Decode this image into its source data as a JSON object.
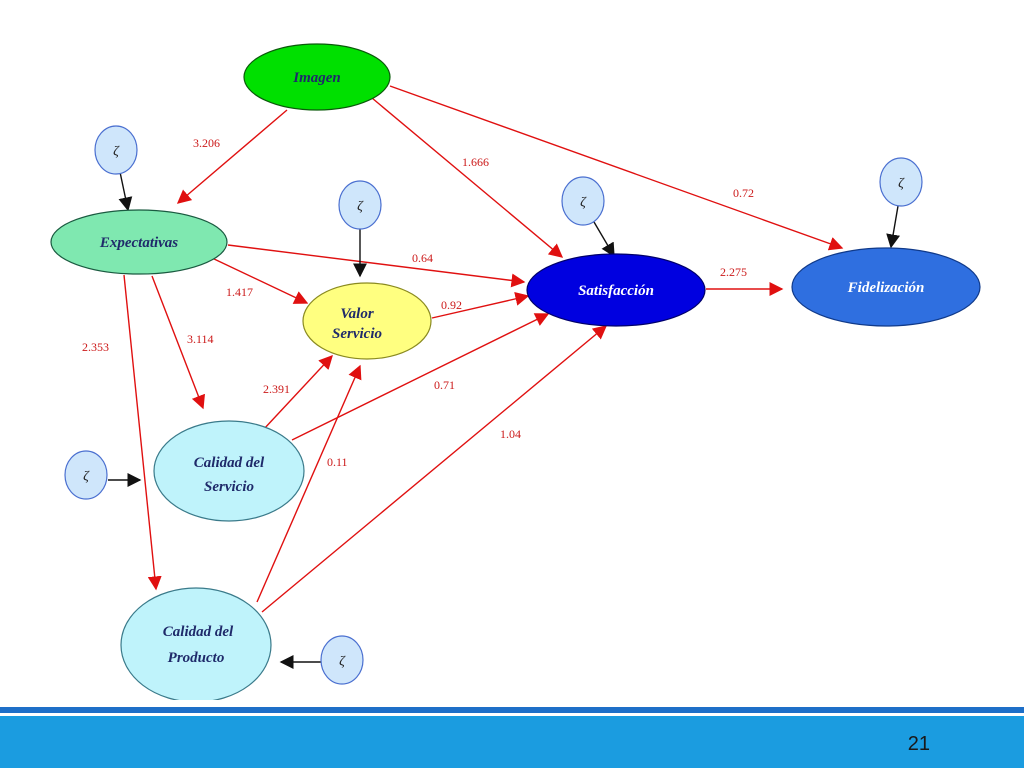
{
  "nodes": {
    "imagen": "Imagen",
    "expectativas": "Expectativas",
    "valor_line1": "Valor",
    "valor_line2": "Servicio",
    "satisfaccion": "Satisfacción",
    "fidelizacion": "Fidelización",
    "calidad_servicio_line1": "Calidad del",
    "calidad_servicio_line2": "Servicio",
    "calidad_producto_line1": "Calidad del",
    "calidad_producto_line2": "Producto"
  },
  "error_symbol": "ζ",
  "edges": {
    "imagen_expectativas": "3.206",
    "imagen_satisfaccion": "1.666",
    "imagen_fidelizacion": "0.72",
    "expectativas_satisfaccion": "0.64",
    "expectativas_valor": "1.417",
    "expectativas_calidad_servicio": "3.114",
    "expectativas_calidad_producto": "2.353",
    "valor_satisfaccion": "0.92",
    "satisfaccion_fidelizacion": "2.275",
    "calidad_servicio_valor": "2.391",
    "calidad_servicio_satisfaccion": "0.71",
    "calidad_producto_valor": "0.11",
    "calidad_producto_satisfaccion": "1.04"
  },
  "colors": {
    "imagen": "#00e000",
    "expectativas": "#7fe8b0",
    "valor": "#ffff80",
    "satisfaccion": "#0000e0",
    "fidelizacion": "#2f6fe0",
    "calidad": "#bff3fb",
    "edge": "#e01010"
  },
  "footer": {
    "page_number": "21"
  }
}
